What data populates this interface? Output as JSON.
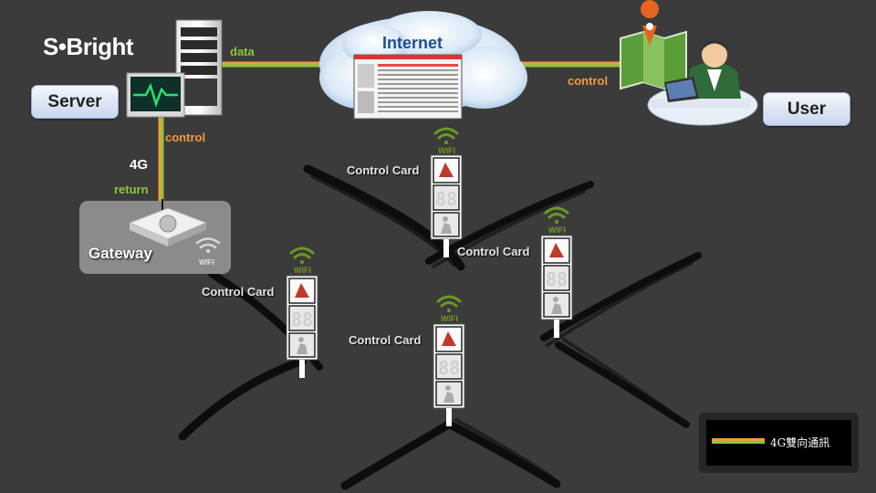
{
  "brand": {
    "logo_text": "S•Bright"
  },
  "nodes": {
    "server_label": "Server",
    "user_label": "User",
    "internet_label": "Internet",
    "gateway_label": "Gateway"
  },
  "links": {
    "data": "data",
    "control_right": "control",
    "control_left": "control",
    "fourg": "4G",
    "return": "return"
  },
  "wifi_text": "WIFI",
  "control_cards": [
    {
      "label": "Control Card",
      "display": "88"
    },
    {
      "label": "Control Card",
      "display": "88"
    },
    {
      "label": "Control Card",
      "display": "88"
    },
    {
      "label": "Control Card",
      "display": "88"
    }
  ],
  "legend": {
    "text": "4G雙向通訊"
  },
  "colors": {
    "link_orange": "#f29a3a",
    "link_green": "#8cc63f",
    "wifi_green": "#6b9a25",
    "background": "#3b3b3b"
  },
  "icons": [
    "server-tower-icon",
    "monitor-pulse-icon",
    "cloud-icon",
    "map-pin-icon",
    "user-at-desk-icon",
    "router-icon",
    "wifi-icon",
    "signal-pole-icon"
  ]
}
